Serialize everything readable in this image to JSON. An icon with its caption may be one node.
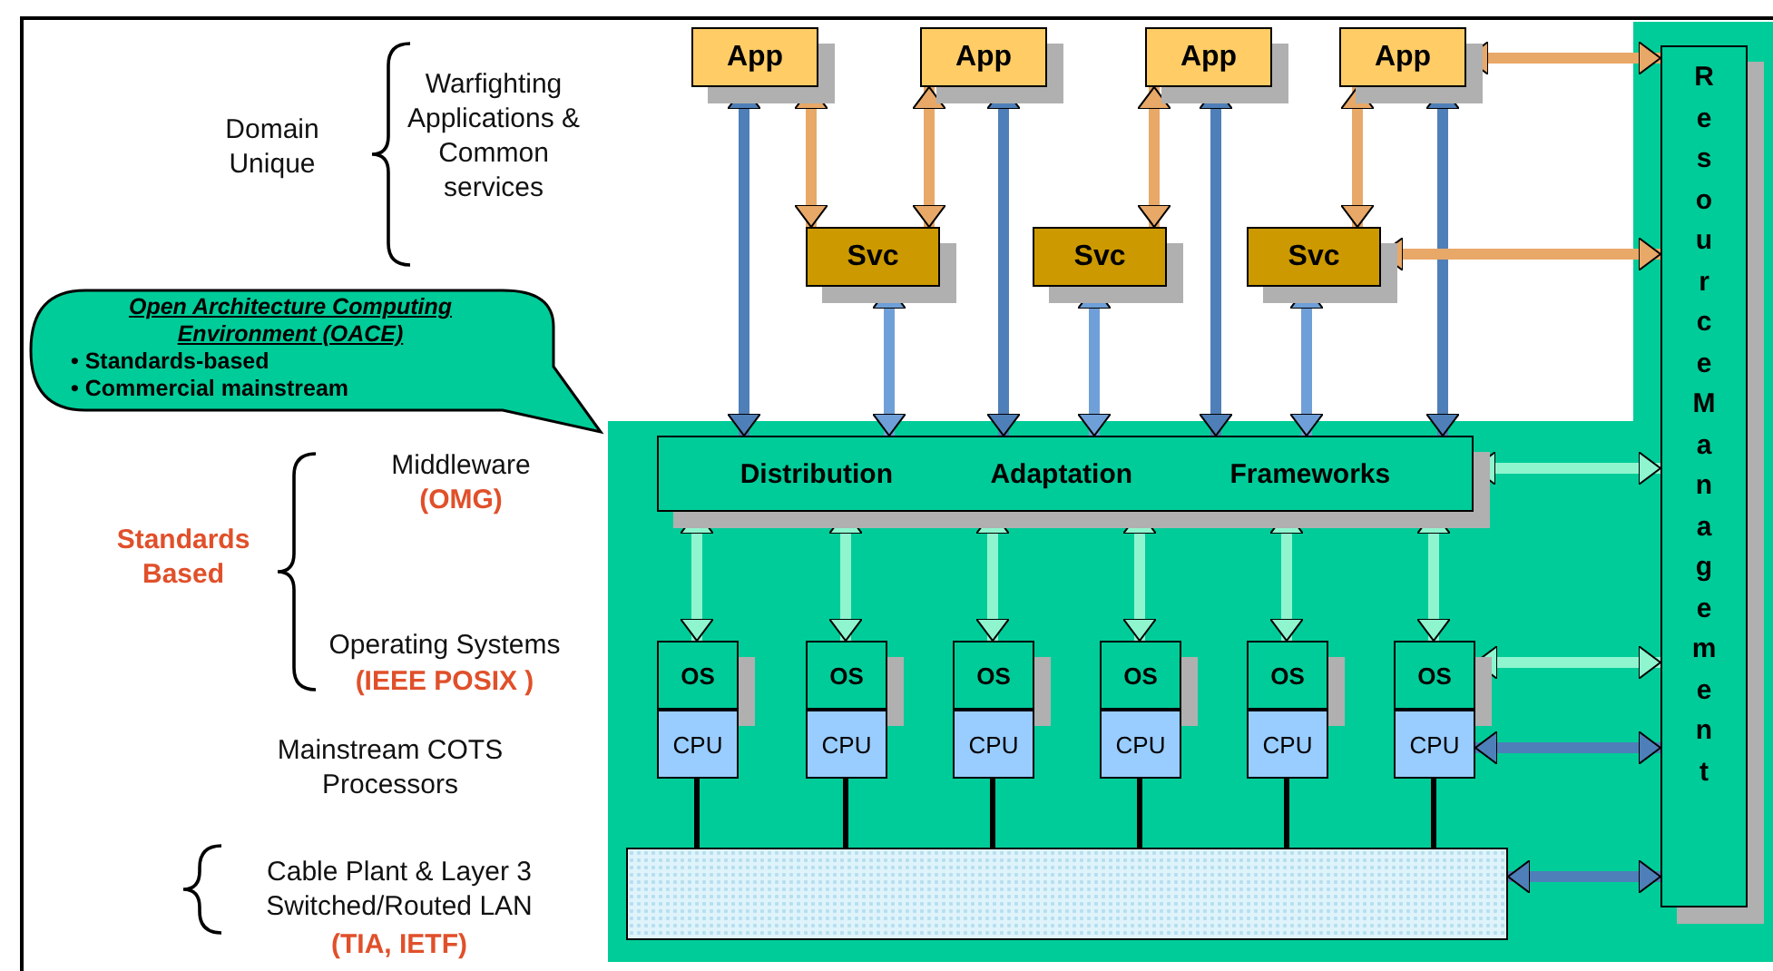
{
  "diagram": {
    "nodes": [
      {
        "text": [
          "Resource Management"
        ]
      },
      {
        "text": [
          "App"
        ]
      },
      {
        "text": [
          "App"
        ]
      },
      {
        "text": [
          "App"
        ]
      },
      {
        "text": [
          "App"
        ]
      },
      {
        "text": [
          "Svc"
        ]
      },
      {
        "text": [
          "Svc"
        ]
      },
      {
        "text": [
          "Svc"
        ]
      },
      {
        "text": [
          "Distribution",
          "Adaptation",
          "Frameworks"
        ]
      },
      {
        "text": [
          "OS"
        ]
      },
      {
        "text": [
          "OS"
        ]
      },
      {
        "text": [
          "OS"
        ]
      },
      {
        "text": [
          "OS"
        ]
      },
      {
        "text": [
          "OS"
        ]
      },
      {
        "text": [
          "OS"
        ]
      },
      {
        "text": [
          "CPU"
        ]
      },
      {
        "text": [
          "CPU"
        ]
      },
      {
        "text": [
          "CPU"
        ]
      },
      {
        "text": [
          "CPU"
        ]
      },
      {
        "text": [
          "CPU"
        ]
      },
      {
        "text": [
          "CPU"
        ]
      },
      {
        "text": [],
        "shape": "box"
      },
      {
        "text": [
          "Open Architecture Computing Environment (OACE)",
          "• Standards-based",
          "• Commercial mainstream"
        ]
      }
    ],
    "edges": [
      {
        "from": 1,
        "to": 5,
        "arrow": "both",
        "color": "#e8a868"
      },
      {
        "from": 2,
        "to": 5,
        "arrow": "both",
        "color": "#e8a868"
      },
      {
        "from": 3,
        "to": 6,
        "arrow": "both",
        "color": "#e8a868"
      },
      {
        "from": 4,
        "to": 7,
        "arrow": "both",
        "color": "#e8a868"
      },
      {
        "from": 1,
        "to": 8,
        "arrow": "both",
        "color": "#4f7fb8"
      },
      {
        "from": 2,
        "to": 8,
        "arrow": "both",
        "color": "#4f7fb8"
      },
      {
        "from": 3,
        "to": 8,
        "arrow": "both",
        "color": "#4f7fb8"
      },
      {
        "from": 4,
        "to": 8,
        "arrow": "both",
        "color": "#4f7fb8"
      },
      {
        "from": 5,
        "to": 8,
        "arrow": "both",
        "color": "#6f9fd8"
      },
      {
        "from": 6,
        "to": 8,
        "arrow": "both",
        "color": "#6f9fd8"
      },
      {
        "from": 7,
        "to": 8,
        "arrow": "both",
        "color": "#6f9fd8"
      },
      {
        "from": 8,
        "to": 9,
        "arrow": "both",
        "color": "#8ff5cf"
      },
      {
        "from": 8,
        "to": 10,
        "arrow": "both",
        "color": "#8ff5cf"
      },
      {
        "from": 8,
        "to": 11,
        "arrow": "both",
        "color": "#8ff5cf"
      },
      {
        "from": 8,
        "to": 12,
        "arrow": "both",
        "color": "#8ff5cf"
      },
      {
        "from": 8,
        "to": 13,
        "arrow": "both",
        "color": "#8ff5cf"
      },
      {
        "from": 8,
        "to": 14,
        "arrow": "both",
        "color": "#8ff5cf"
      },
      {
        "from": 15,
        "to": 21,
        "arrow": "none",
        "color": "#000000"
      },
      {
        "from": 16,
        "to": 21,
        "arrow": "none",
        "color": "#000000"
      },
      {
        "from": 17,
        "to": 21,
        "arrow": "none",
        "color": "#000000"
      },
      {
        "from": 18,
        "to": 21,
        "arrow": "none",
        "color": "#000000"
      },
      {
        "from": 19,
        "to": 21,
        "arrow": "none",
        "color": "#000000"
      },
      {
        "from": 20,
        "to": 21,
        "arrow": "none",
        "color": "#000000"
      },
      {
        "from": 4,
        "to": 0,
        "arrow": "both",
        "color": "#e8a868"
      },
      {
        "from": 7,
        "to": 0,
        "arrow": "both",
        "color": "#e8a868"
      },
      {
        "from": 8,
        "to": 0,
        "arrow": "both",
        "color": "#8ff5cf"
      },
      {
        "from": 14,
        "to": 0,
        "arrow": "both",
        "color": "#8ff5cf"
      },
      {
        "from": 20,
        "to": 0,
        "arrow": "both",
        "color": "#4f7fb8"
      },
      {
        "from": 21,
        "to": 0,
        "arrow": "both",
        "color": "#4f7fb8"
      }
    ],
    "labels": [
      "Domain Unique",
      "Warfighting Applications & Common services",
      "Middleware",
      "(OMG)",
      "Standards Based",
      "Operating Systems",
      "(IEEE POSIX )",
      "Mainstream COTS Processors",
      "Cable Plant & Layer 3 Switched/Routed LAN",
      "(TIA, IETF)"
    ]
  }
}
